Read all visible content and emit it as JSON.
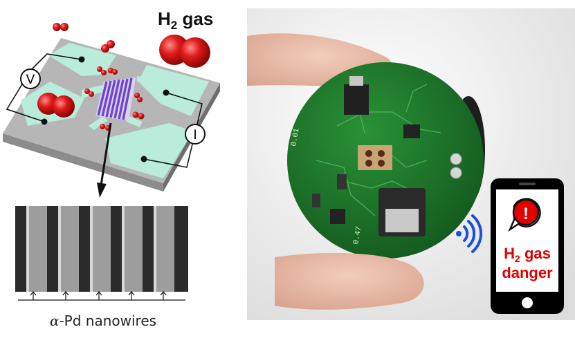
{
  "schematic": {
    "title_main": "H",
    "title_sub": "2",
    "title_rest": " gas",
    "voltmeter_label": "V",
    "ammeter_label": "I"
  },
  "sem": {
    "caption_alpha": "α",
    "caption_rest": "-Pd nanowires"
  },
  "phone": {
    "alert_line1_main": "H",
    "alert_line1_sub": "2",
    "alert_line1_rest": " gas",
    "alert_line2": "danger",
    "alert_icon": "!"
  },
  "pcb_labels": {
    "label_1": "0.01",
    "label_2": "0.47"
  },
  "colors": {
    "pad": "#b8ecd9",
    "substrate": "#b3b3b3",
    "nanowire": "#7d54d8",
    "h2_molecule": "#d61a1a",
    "pcb": "#1f7a2c",
    "alert": "#e30000",
    "wireless": "#1a4fd6"
  },
  "icons": [
    "voltmeter-icon",
    "ammeter-icon",
    "wireless-signal-icon",
    "alert-bubble-icon",
    "smartphone-icon"
  ]
}
